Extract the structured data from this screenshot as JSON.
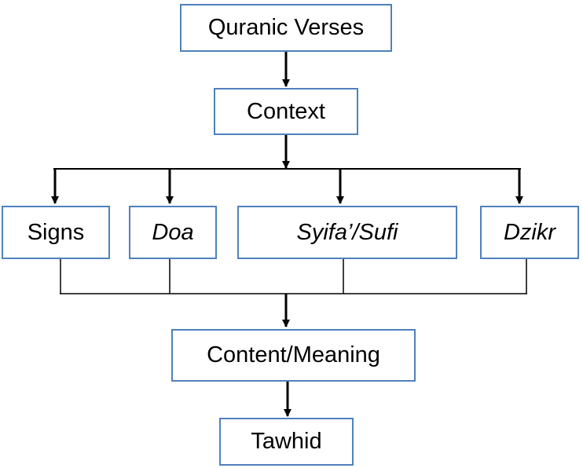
{
  "nodes": {
    "quranic_verses": "Quranic Verses",
    "context": "Context",
    "signs": "Signs",
    "doa": "Doa",
    "syifa_sufi": "Syifa’/Sufi",
    "dzikr": "Dzikr",
    "content_meaning": "Content/Meaning",
    "tawhid": "Tawhid"
  },
  "colors": {
    "box_border": "#4f81bd",
    "connector": "#000000",
    "text": "#000000"
  }
}
